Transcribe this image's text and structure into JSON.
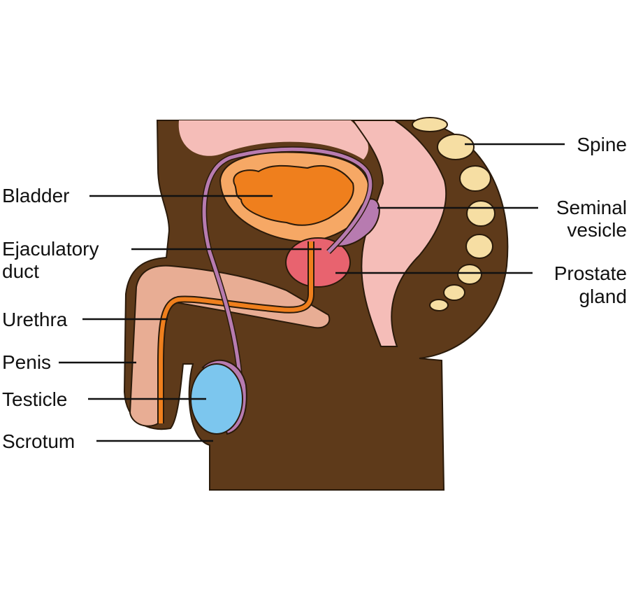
{
  "labels": {
    "spine": "Spine",
    "bladder": "Bladder",
    "seminal_vesicle_1": "Seminal",
    "seminal_vesicle_2": "vesicle",
    "ejaculatory_duct_1": "Ejaculatory",
    "ejaculatory_duct_2": "duct",
    "prostate_gland_1": "Prostate",
    "prostate_gland_2": "gland",
    "urethra": "Urethra",
    "penis": "Penis",
    "testicle": "Testicle",
    "scrotum": "Scrotum"
  },
  "colors": {
    "body": "#5e3a1a",
    "cavity": "#f5bdb8",
    "bladder_wall": "#f6a865",
    "bladder": "#ef7f1d",
    "prostate": "#e8636f",
    "testicle": "#7cc6ee",
    "vas": "#b77bb0",
    "penis": "#e8ad94",
    "spine": "#f6dea3"
  }
}
